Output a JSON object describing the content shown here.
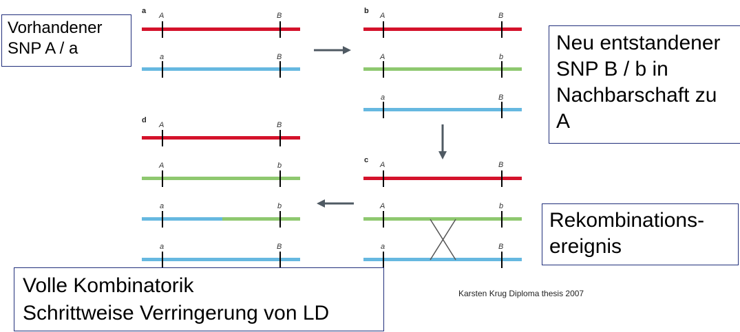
{
  "colors": {
    "red": "#d4122b",
    "green": "#8ec86f",
    "blue": "#66b8e0",
    "arrow": "#4f5a63",
    "box_border": "#1f2d7a"
  },
  "panels": {
    "a": "a",
    "b": "b",
    "c": "c",
    "d": "d"
  },
  "alleles": {
    "A": "A",
    "a": "a",
    "B": "B",
    "b": "b"
  },
  "boxes": {
    "vorhanden": [
      "Vorhandener",
      "SNP A / a"
    ],
    "neu": [
      "Neu entstandener",
      "SNP B / b in",
      "Nachbarschaft zu",
      "A"
    ],
    "rekomb": [
      "Rekombinations-",
      "ereignis"
    ],
    "volle": [
      "Volle Kombinatorik",
      "Schrittweise Verringerung von LD"
    ]
  },
  "credit": "Karsten Krug Diploma thesis 2007"
}
